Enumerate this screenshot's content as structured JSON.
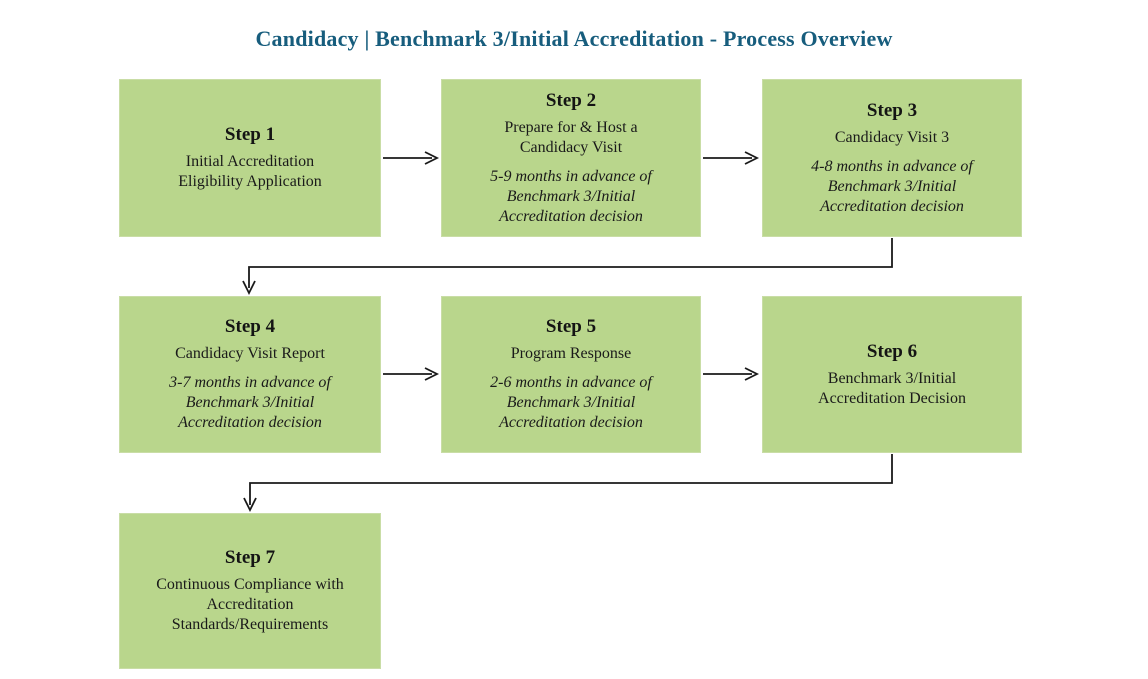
{
  "title": "Candidacy | Benchmark 3/Initial Accreditation - Process Overview",
  "colors": {
    "title_text": "#175d7d",
    "box_fill": "#b9d68c",
    "body_text": "#1a1a1a",
    "arrow": "#1a1a1a"
  },
  "steps": [
    {
      "heading": "Step 1",
      "body": "Initial Accreditation\nEligibility Application",
      "note": ""
    },
    {
      "heading": "Step 2",
      "body": "Prepare for & Host a\nCandidacy Visit",
      "note": "5-9 months in advance of\nBenchmark 3/Initial\nAccreditation decision"
    },
    {
      "heading": "Step 3",
      "body": "Candidacy Visit 3",
      "note": "4-8 months in advance of\nBenchmark 3/Initial\nAccreditation decision"
    },
    {
      "heading": "Step 4",
      "body": "Candidacy Visit Report",
      "note": "3-7 months in advance of\nBenchmark 3/Initial\nAccreditation decision"
    },
    {
      "heading": "Step 5",
      "body": "Program Response",
      "note": "2-6 months in advance of\nBenchmark 3/Initial\nAccreditation decision"
    },
    {
      "heading": "Step 6",
      "body": "Benchmark 3/Initial\nAccreditation Decision",
      "note": ""
    },
    {
      "heading": "Step 7",
      "body": "Continuous Compliance with\nAccreditation\nStandards/Requirements",
      "note": ""
    }
  ],
  "connectors": [
    {
      "from": "Step 1",
      "to": "Step 2"
    },
    {
      "from": "Step 2",
      "to": "Step 3"
    },
    {
      "from": "Step 3",
      "to": "Step 4"
    },
    {
      "from": "Step 4",
      "to": "Step 5"
    },
    {
      "from": "Step 5",
      "to": "Step 6"
    },
    {
      "from": "Step 6",
      "to": "Step 7"
    }
  ]
}
